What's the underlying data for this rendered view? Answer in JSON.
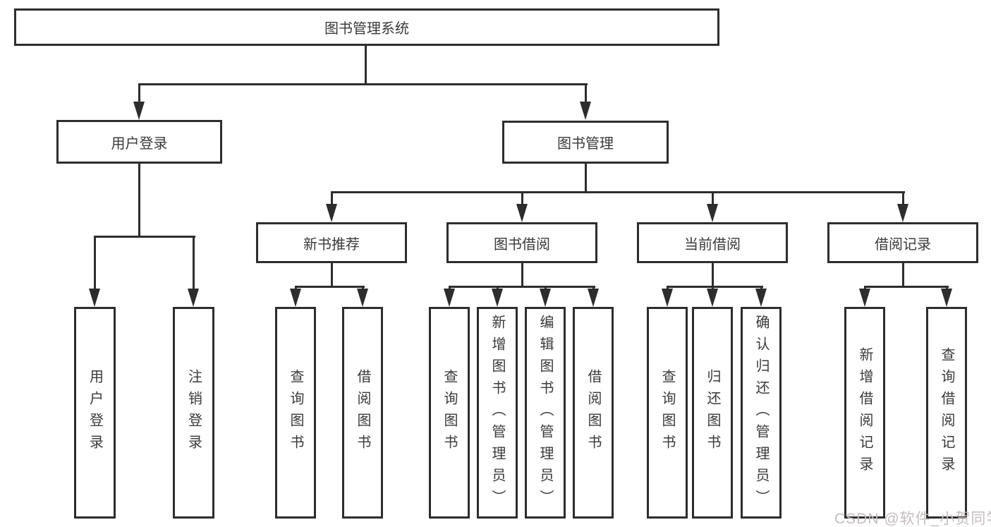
{
  "tree": {
    "root": {
      "label": "图书管理系统"
    },
    "branches": [
      {
        "label": "用户登录",
        "children": [
          {
            "label": "用户登录"
          },
          {
            "label": "注销登录"
          }
        ]
      },
      {
        "label": "图书管理",
        "sections": [
          {
            "label": "新书推荐",
            "children": [
              {
                "label": "查询图书"
              },
              {
                "label": "借阅图书"
              }
            ]
          },
          {
            "label": "图书借阅",
            "children": [
              {
                "label": "查询图书"
              },
              {
                "label": "新增图书（管理员）"
              },
              {
                "label": "编辑图书（管理员）"
              },
              {
                "label": "借阅图书"
              }
            ]
          },
          {
            "label": "当前借阅",
            "children": [
              {
                "label": "查询图书"
              },
              {
                "label": "归还图书"
              },
              {
                "label": "确认归还（管理员）"
              }
            ]
          },
          {
            "label": "借阅记录",
            "children": [
              {
                "label": "新增借阅记录"
              },
              {
                "label": "查询借阅记录"
              }
            ]
          }
        ]
      }
    ]
  },
  "watermark": {
    "text": "CSDN @软件_小贺同学"
  },
  "colors": {
    "line": "#2d2d2d",
    "text": "#3a3a3a",
    "watermark": "#c5bdbd",
    "background": "#ffffff"
  }
}
